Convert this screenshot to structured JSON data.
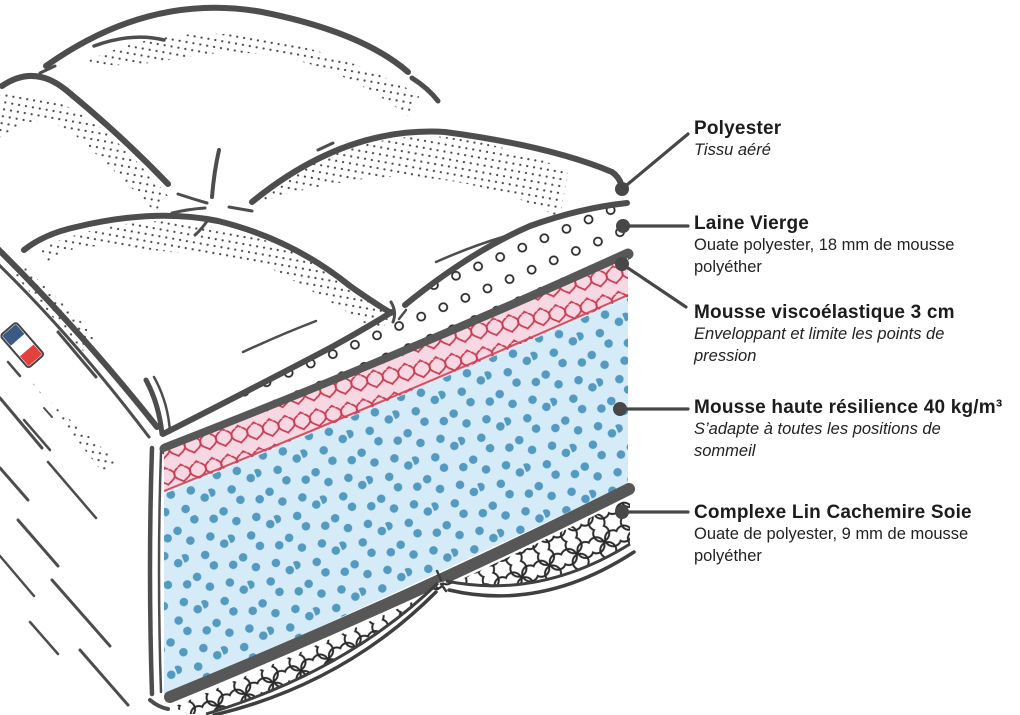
{
  "figure": {
    "type": "mattress-layer-cutaway-diagram",
    "language": "fr"
  },
  "labels": [
    {
      "id": "polyester",
      "title": "Polyester",
      "subtitle": "Tissu aéré"
    },
    {
      "id": "laine-vierge",
      "title": "Laine Vierge",
      "subtitle": "Ouate polyester, 18 mm de mousse\npolyéther"
    },
    {
      "id": "mousse-viscoelastique",
      "title": "Mousse viscoélastique 3 cm",
      "subtitle": "Enveloppant et limite les points de\npression"
    },
    {
      "id": "mousse-haute-resilience",
      "title": "Mousse haute résilience 40 kg/m³",
      "subtitle": "S’adapte à toutes les positions de\nsommeil"
    },
    {
      "id": "complexe-lin-cachemire-soie",
      "title": "Complexe Lin Cachemire Soie",
      "subtitle": "Ouate de polyester, 9 mm de mousse\npolyéther"
    }
  ],
  "colors": {
    "outline": "#4d4d4d",
    "pattern_ink": "#2b2b2b",
    "foam_blue_bg": "#d6ebf8",
    "foam_blue_dot": "#539ac0",
    "visco_pink_bg": "#f7d7e2",
    "visco_red": "#c93d53",
    "separator_gray": "#575757",
    "flag_blue": "#3a5a84",
    "flag_red": "#e2413e",
    "text": "#1c1c1c"
  }
}
